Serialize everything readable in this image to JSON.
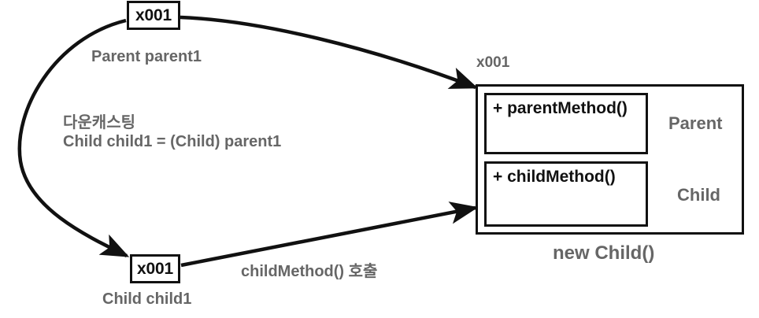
{
  "diagram": {
    "title": "Java downcasting object reference diagram",
    "colors": {
      "stroke": "#111111",
      "label_gray": "#666666",
      "background": "#ffffff"
    },
    "reference_boxes": [
      {
        "id": "parent-ref",
        "value": "x001",
        "label": "Parent parent1"
      },
      {
        "id": "child-ref",
        "value": "x001",
        "label": "Child child1"
      }
    ],
    "annotations": {
      "downcast_line1": "다운캐스팅",
      "downcast_line2": "Child child1 = (Child) parent1",
      "call_label": "childMethod() 호출",
      "object_address": "x001",
      "object_caption": "new Child()"
    },
    "object": {
      "sections": [
        {
          "method": "+ parentMethod()",
          "role": "Parent"
        },
        {
          "method": "+ childMethod()",
          "role": "Child"
        }
      ]
    },
    "arrows": [
      {
        "id": "parent-ref-to-object",
        "from": "parent-ref",
        "to": "object-parent-section"
      },
      {
        "id": "downcast-arrow",
        "from": "parent-ref",
        "to": "child-ref"
      },
      {
        "id": "child-ref-to-object",
        "from": "child-ref",
        "to": "object-child-section"
      }
    ]
  }
}
